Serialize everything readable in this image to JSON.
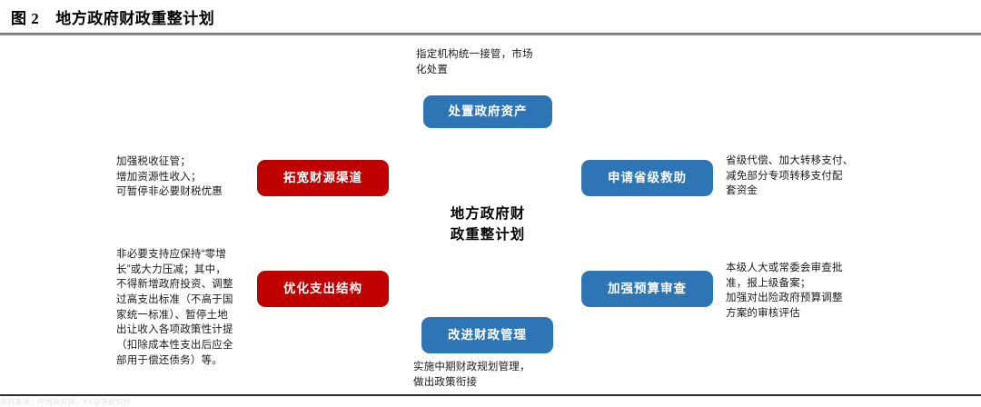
{
  "figure": {
    "number_label": "图 2",
    "title": "地方政府财政重整计划",
    "center_label": "地方政府财\n政重整计划",
    "source_strip": "资料来源：中国政府网，XX证券研究所"
  },
  "colors": {
    "blue": "#2e75b6",
    "red": "#c00000",
    "rule": "#8a8a8a",
    "text": "#1a1a1a"
  },
  "nodes": [
    {
      "id": "dispose-assets",
      "label": "处置政府资产",
      "color": "blue"
    },
    {
      "id": "broaden-revenue",
      "label": "拓宽财源渠道",
      "color": "red"
    },
    {
      "id": "provincial-aid",
      "label": "申请省级救助",
      "color": "blue"
    },
    {
      "id": "optimize-spend",
      "label": "优化支出结构",
      "color": "red"
    },
    {
      "id": "budget-review",
      "label": "加强预算审查",
      "color": "blue"
    },
    {
      "id": "improve-mgmt",
      "label": "改进财政管理",
      "color": "blue"
    }
  ],
  "notes": {
    "dispose_assets": "指定机构统一接管，市场\n化处置",
    "broaden_revenue": "加强税收征管；\n增加资源性收入；\n可暂停非必要财税优惠",
    "provincial_aid": "省级代偿、加大转移支付、\n减免部分专项转移支付配\n套资金",
    "optimize_spend": "非必要支持应保持“零增\n长”或大力压减；其中，\n不得新增政府投资、调整\n过高支出标准（不高于国\n家统一标准）、暂停土地\n出让收入各项政策性计提\n（扣除成本性支出后应全\n部用于偿还债务）等。",
    "budget_review": "本级人大或常委会审查批\n准，报上级备案；\n加强对出险政府预算调整\n方案的审核评估",
    "improve_mgmt": "实施中期财政规划管理，\n做出政策衔接"
  }
}
